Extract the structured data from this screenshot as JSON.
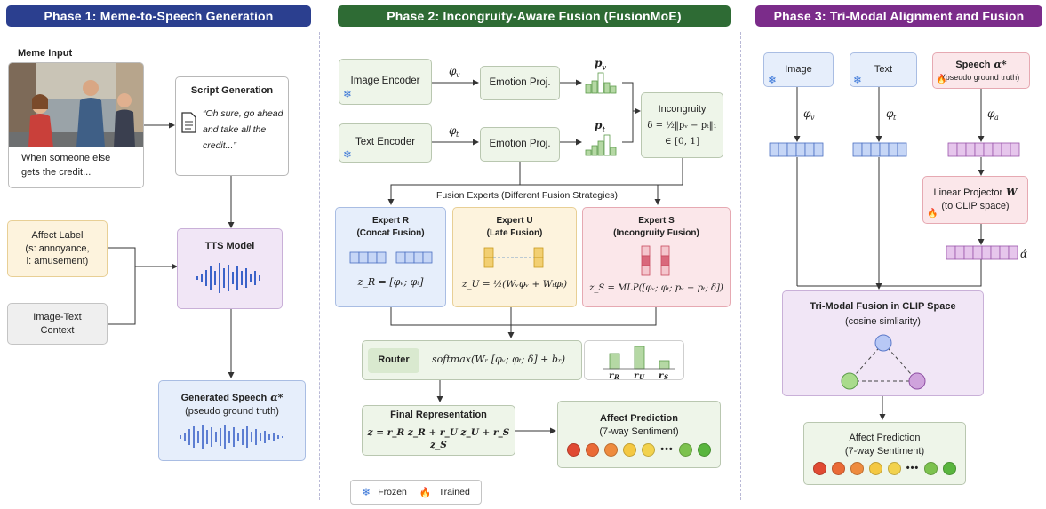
{
  "phases": {
    "p1": "Phase 1: Meme-to-Speech Generation",
    "p2": "Phase 2: Incongruity-Aware Fusion (FusionMoE)",
    "p3": "Phase 3: Tri-Modal Alignment and Fusion"
  },
  "phase1": {
    "meme_title": "Meme Input",
    "meme_caption": "When someone else gets the credit...",
    "script_title": "Script Generation",
    "script_text": "“Oh sure, go ahead and take all the credit...”",
    "affect_label": "Affect Label",
    "affect_s": "(s: annoyance,",
    "affect_i": "i: amusement)",
    "context": "Image-Text Context",
    "tts": "TTS Model",
    "generated_title": "Generated Speech",
    "generated_sub": "(pseudo ground truth)"
  },
  "phase2": {
    "image_encoder": "Image Encoder",
    "text_encoder": "Text Encoder",
    "emotion_proj": "Emotion Proj.",
    "phi_v": "φ",
    "incongruity_title": "Incongruity",
    "incongruity_formula": "δ = ½‖pᵥ − pₜ‖₁",
    "incongruity_range": "∈ [0, 1]",
    "experts_title": "Fusion Experts (Different Fusion Strategies)",
    "expert_r_title": "Expert R",
    "expert_r_sub": "(Concat Fusion)",
    "expert_r_formula": "z_R = [φᵥ; φₜ]",
    "expert_u_title": "Expert U",
    "expert_u_sub": "(Late Fusion)",
    "expert_u_formula": "z_U = ½(Wᵥφᵥ + Wₜφₜ)",
    "expert_s_title": "Expert S",
    "expert_s_sub": "(Incongruity Fusion)",
    "expert_s_formula": "z_S = MLP([φᵥ; φₜ; pᵥ − pₜ; δ])",
    "router": "Router",
    "router_formula": "softmax(Wᵣ [φᵥ; φₜ; δ] + bᵣ)",
    "final_title": "Final Representation",
    "final_formula": "z = r_R z_R + r_U z_U + r_S z_S",
    "affect_title": "Affect Prediction",
    "affect_sub": "(7-way Sentiment)",
    "legend_frozen": "Frozen",
    "legend_trained": "Trained"
  },
  "phase3": {
    "image": "Image",
    "text": "Text",
    "speech_title": "Speech",
    "speech_sub": "(pseudo ground truth)",
    "projector_title": "Linear Projector",
    "projector_sub": "(to CLIP space)",
    "trimodal_title": "Tri-Modal Fusion in CLIP Space",
    "trimodal_sub": "(cosine simliarity)",
    "affect_title": "Affect Prediction",
    "affect_sub": "(7-way Sentiment)"
  },
  "colors": {
    "header1": "#2b3f8f",
    "header2": "#2e6b34",
    "header3": "#7b2c8a",
    "green_box": "#eef5e9",
    "blue_box": "#e6eefb",
    "yellow_box": "#fdf3dd",
    "pink_box": "#fbe7ea",
    "purple_box": "#f1e6f6"
  },
  "icons": [
    "snowflake-icon",
    "fire-icon",
    "document-icon",
    "waveform-icon",
    "emoji-face-icon"
  ]
}
